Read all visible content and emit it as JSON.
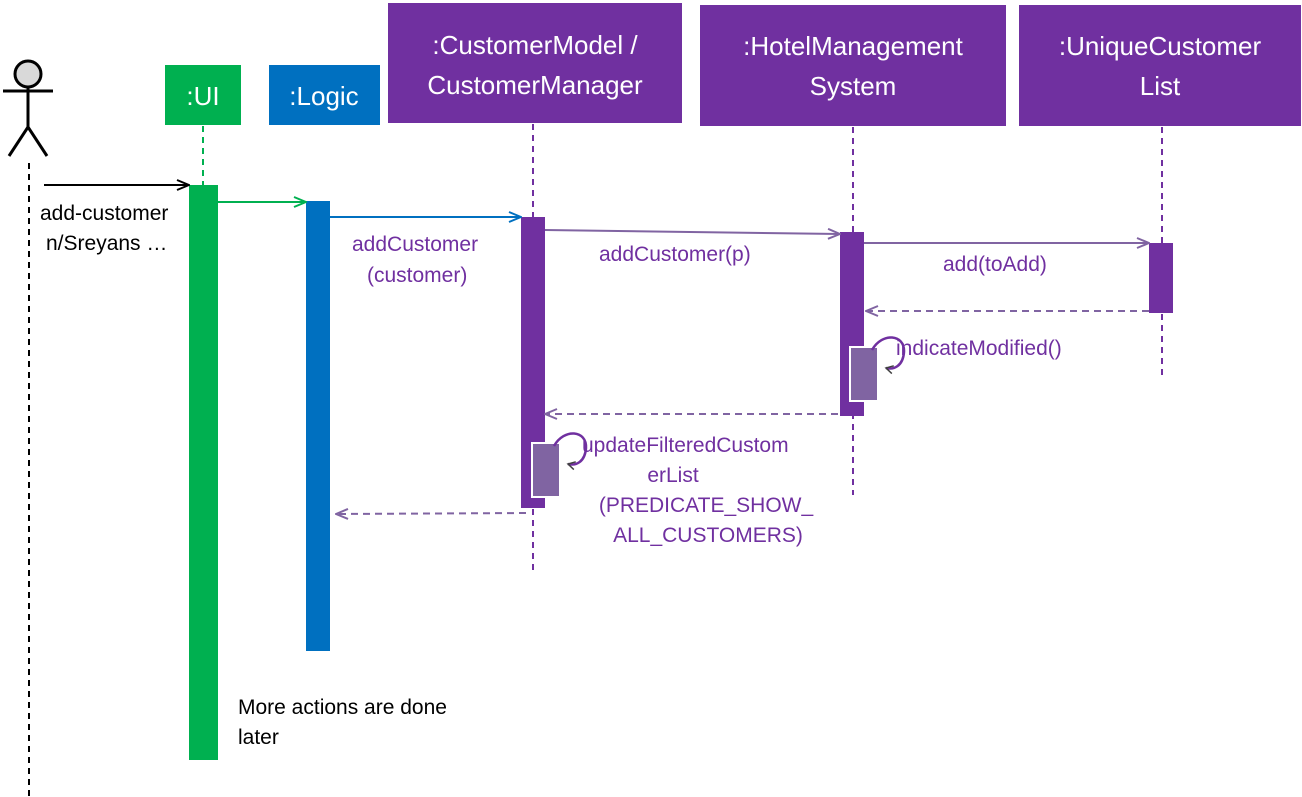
{
  "colors": {
    "ui": "#00b050",
    "logic": "#0070c0",
    "purple": "#7030a0",
    "purple_light": "#8064a2",
    "return_arrow": "#8064a2",
    "actor": "#000000"
  },
  "participants": {
    "ui": {
      "label": ":UI"
    },
    "logic": {
      "label": ":Logic"
    },
    "model": {
      "line1": ":CustomerModel  /",
      "line2": "CustomerManager"
    },
    "hms": {
      "line1": ":HotelManagement",
      "line2": "System"
    },
    "ucl": {
      "line1": ":UniqueCustomer",
      "line2": "List"
    }
  },
  "messages": {
    "user_command": {
      "line1": "add-customer",
      "line2": "n/Sreyans …"
    },
    "logic_to_model": {
      "line1": "addCustomer",
      "line2": "(customer)"
    },
    "model_to_hms": "addCustomer(p)",
    "hms_to_ucl": "add(toAdd)",
    "hms_self": "indicateModified()",
    "model_self": {
      "line1": "updateFilteredCustom",
      "line2": "erList",
      "line3": "(PREDICATE_SHOW_",
      "line4": "ALL_CUSTOMERS)"
    }
  },
  "note": {
    "line1": "More actions are done",
    "line2": "later"
  }
}
